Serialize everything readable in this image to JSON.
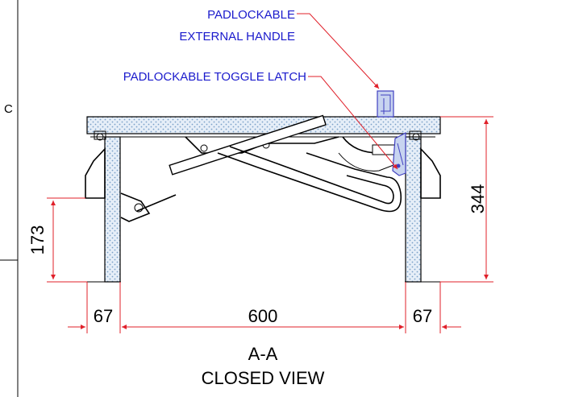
{
  "view": {
    "section_label": "A-A",
    "view_name": "CLOSED VIEW",
    "border_letter": "C"
  },
  "callouts": {
    "handle_line1": "PADLOCKABLE",
    "handle_line2": "EXTERNAL HANDLE",
    "latch": "PADLOCKABLE TOGGLE LATCH"
  },
  "dimensions": {
    "overall_height": "344",
    "strut_height": "173",
    "clear_opening": "600",
    "left_wall": "67",
    "right_wall": "67"
  },
  "colors": {
    "callout_text": "#1a1acc",
    "leader": "#e0202a",
    "dimension_line": "#e0202a",
    "hatch_dot": "#7aa0c8",
    "insulation_fill": "#e6eef8",
    "hardware": "#4040c0"
  }
}
